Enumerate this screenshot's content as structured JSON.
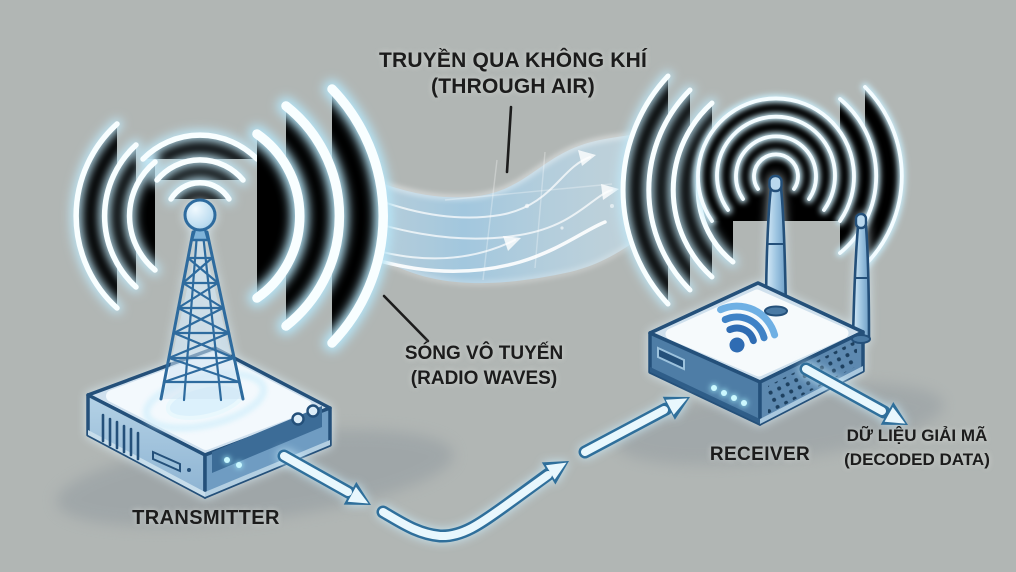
{
  "diagram": {
    "description": "Radio wave transmission diagram",
    "labels": {
      "through_air_line1": "TRUYỀN QUA KHÔNG KHÍ",
      "through_air_line2": "(THROUGH AIR)",
      "radio_waves_line1": "SÓNG VÔ TUYẾN",
      "radio_waves_line2": "(RADIO WAVES)",
      "transmitter": "TRANSMITTER",
      "receiver": "RECEIVER",
      "decoded_line1": "DỮ LIỆU GIẢI MÃ",
      "decoded_line2": "(DECODED DATA)"
    },
    "icons": {
      "transmitter": "radio-tower-icon",
      "receiver": "wifi-router-icon",
      "receiver_logo": "wifi-icon",
      "signal": "signal-waves-icon",
      "flow": "arrow-icons"
    },
    "colors": {
      "background": "#b1b6b4",
      "text": "#1c1c1c",
      "glow_halo": "#bfe7f7",
      "glow_core": "#f8feff",
      "device_outline": "#24507a",
      "device_face_light": "#f6fafc",
      "device_face_medium": "#a9c9e0",
      "device_face_dark": "#3c6c97",
      "wifi_blue": "#3f82c6",
      "led_cyan": "#a8f2ff",
      "arrow_fill": "#e8f7fd",
      "arrow_stroke": "#2f6f9b"
    }
  }
}
